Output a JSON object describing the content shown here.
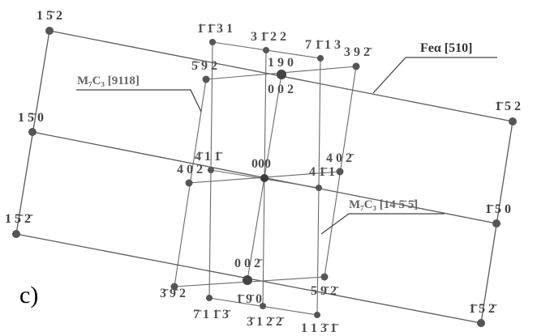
{
  "panel": {
    "label": "c)"
  },
  "zones": {
    "fe": "Feα [510]",
    "m7c3_a": "M₇C₃ [9118]",
    "m7c3_b": "M₇C₃ [14 5̄ 5̄]"
  },
  "spots": {
    "origin": "000",
    "fe_tl": "1 5̄ 2",
    "fe_l": "1 5̄ 0",
    "fe_bl": "1 5̄ 2̄",
    "fe_tr": "1̄ 5 2",
    "fe_r": "1̄ 5 0",
    "fe_br": "1̄ 5 2̄",
    "a_002": "0 0 2",
    "a_002b": "0 0 2̄",
    "a_190": "1 9 0",
    "a_190b": "1̄ 9̄ 0",
    "a_392": "3 9 2̄",
    "a_392b": "3̄ 9̄ 2",
    "a_592": "5̄ 9 2",
    "a_592b": "5 9̄ 2̄",
    "a_402": "4 0 2",
    "a_402b": "4 0 2̄",
    "b_1131": "1̄ 1̄ 3 1",
    "b_1131b": "1 1 3̄ 1̄",
    "b_3122": "3 1̄ 2 2",
    "b_3122b": "3̄ 1 2̄ 2̄",
    "b_7113": "7 1̄ 1 3",
    "b_7113b": "7̄ 1 1̄ 3̄",
    "b_411": "4̄ 1 1̄",
    "b_411b": "4 1̄ 1"
  },
  "colors": {
    "line": "#555555",
    "dot": "#555555",
    "dot_dark": "#444444",
    "leader": "#333333"
  }
}
